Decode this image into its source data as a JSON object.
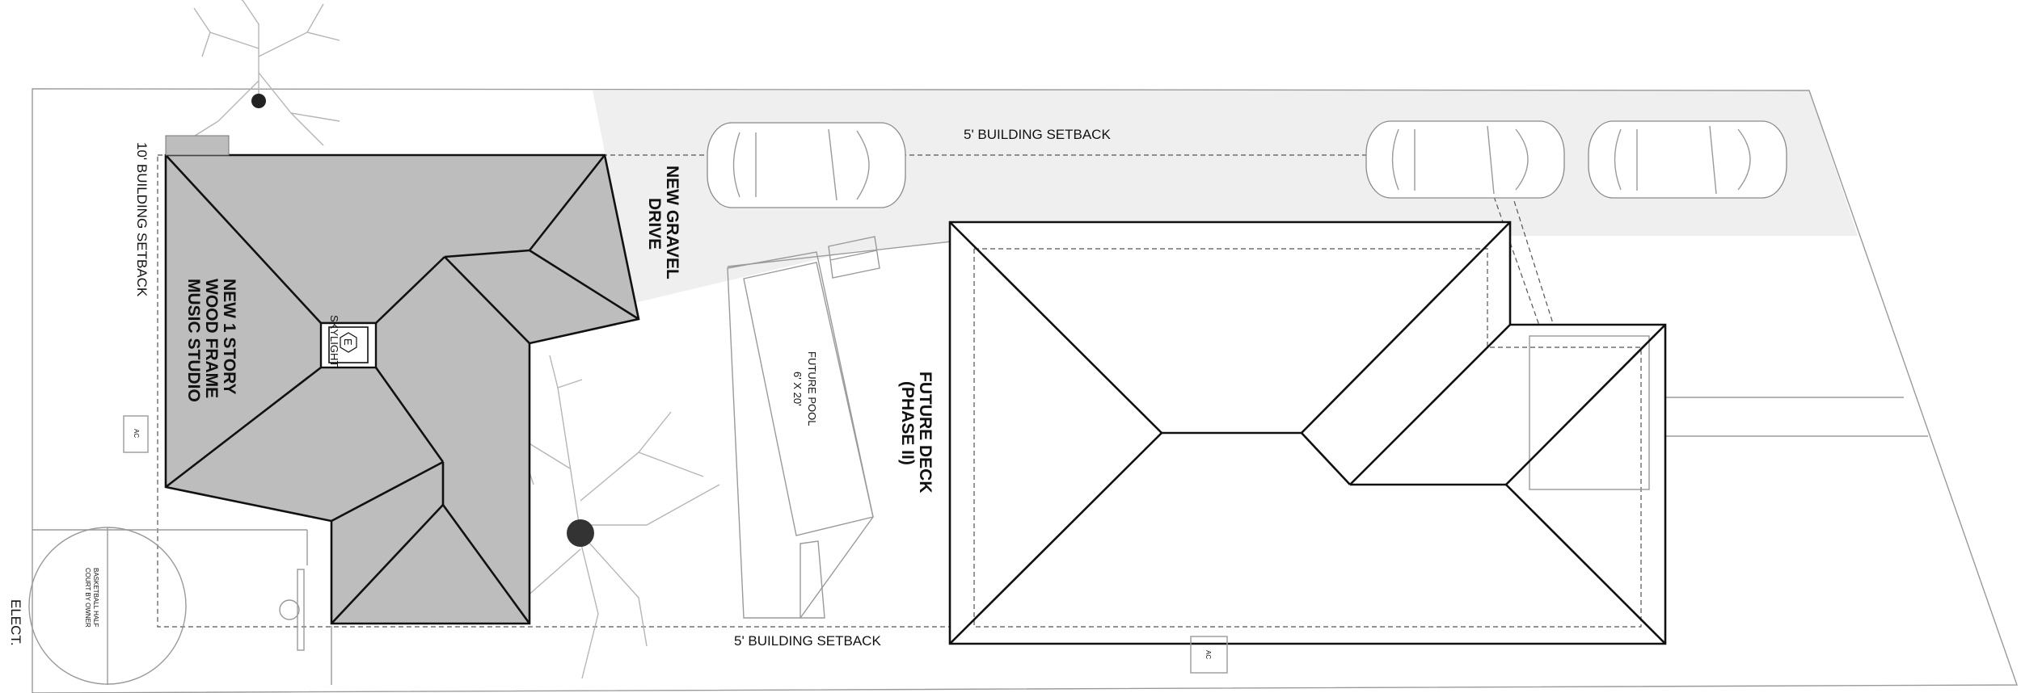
{
  "labels": {
    "setback_top": "5' BUILDING SETBACK",
    "setback_bottom": "5' BUILDING SETBACK",
    "setback_left": "10' BUILDING SETBACK",
    "gravel_line1": "NEW GRAVEL",
    "gravel_line2": "DRIVE",
    "studio_line1": "NEW 1 STORY",
    "studio_line2": "WOOD FRAME",
    "studio_line3": "MUSIC STUDIO",
    "skylight_mark": "E",
    "skylight": "SKYLIGHT",
    "pool_line1": "FUTURE POOL",
    "pool_line2": "6' X 20'",
    "deck_line1": "FUTURE DECK",
    "deck_line2": "(PHASE II)",
    "basketball_line1": "BASKETBALL HALF",
    "basketball_line2": "COURT BY OWNER",
    "ac_left": "AC",
    "ac_bottom": "AC",
    "elect": "ELECT."
  },
  "colors": {
    "roof_fill": "#bdbdbd",
    "drive_fill": "#efefef",
    "line": "#111111",
    "property_line": "#9a9a9a"
  }
}
